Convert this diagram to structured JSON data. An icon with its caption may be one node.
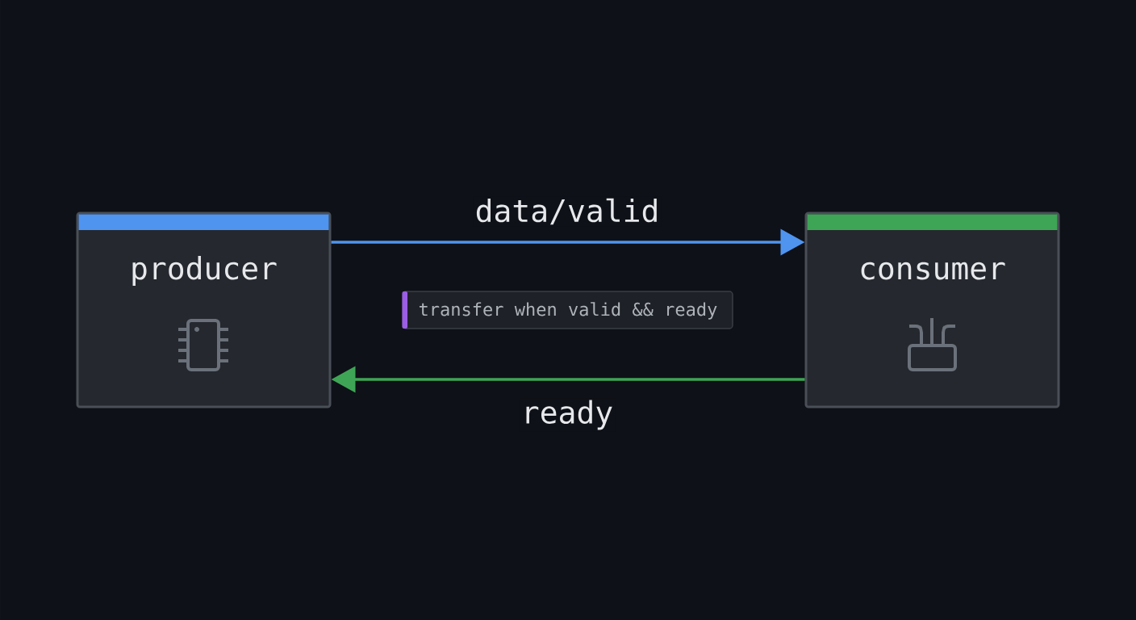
{
  "diagram": {
    "nodes": [
      {
        "text": [
          "producer"
        ]
      },
      {
        "text": [
          "consumer"
        ]
      },
      {
        "text": [
          "transfer when valid && ready"
        ]
      }
    ],
    "edges": [
      {
        "from": 0,
        "to": 1,
        "arrow": "to",
        "label": "data/valid",
        "color": "#4f94ef"
      },
      {
        "from": 1,
        "to": 0,
        "arrow": "to",
        "label": "ready",
        "color": "#3fa556"
      }
    ]
  }
}
